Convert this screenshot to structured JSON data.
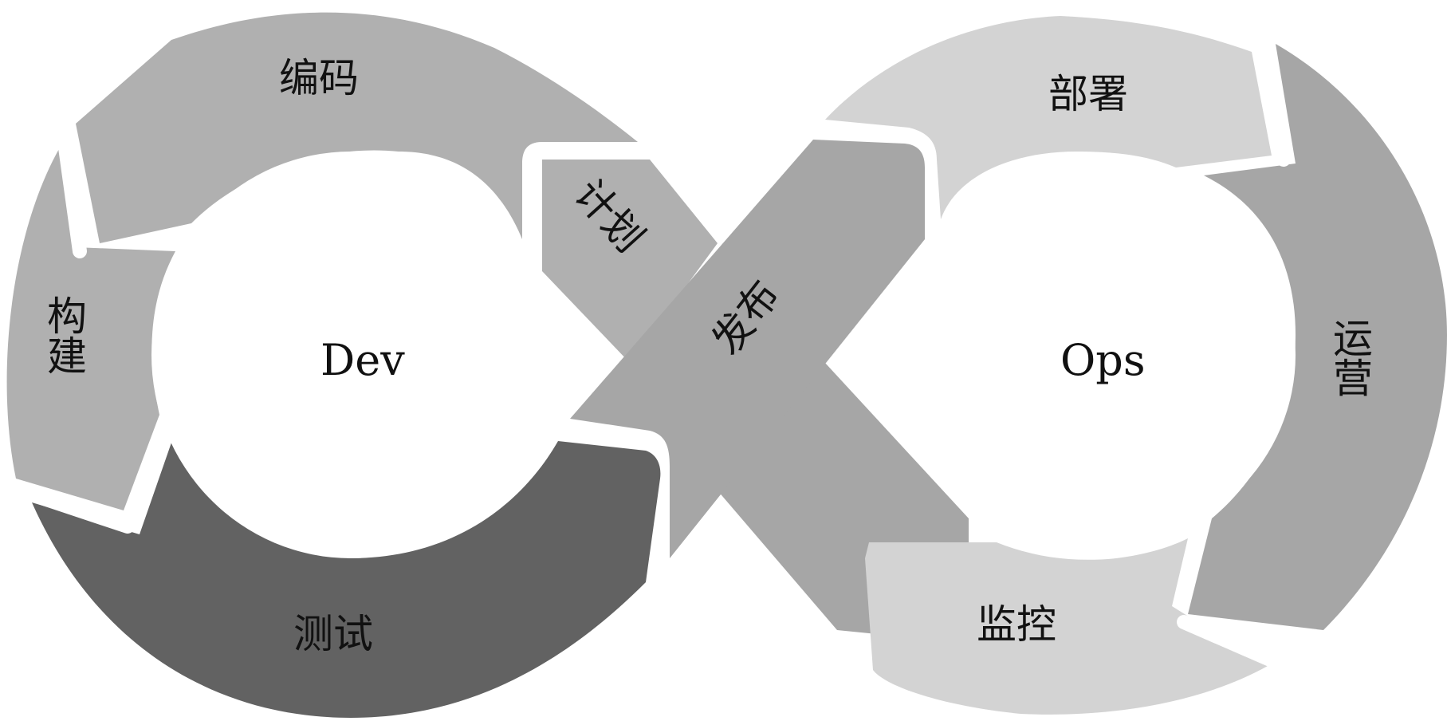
{
  "diagram": {
    "left_center": "Dev",
    "right_center": "Ops",
    "segments": {
      "code": "编码",
      "build": "构建",
      "test": "测试",
      "plan": "计划",
      "release": "发布",
      "deploy": "部署",
      "operate": "运营",
      "monitor": "监控"
    },
    "colors": {
      "light": "#d3d3d3",
      "mid": "#b0b0b0",
      "band": "#a6a6a6",
      "dark": "#626262",
      "background": "#ffffff"
    }
  }
}
